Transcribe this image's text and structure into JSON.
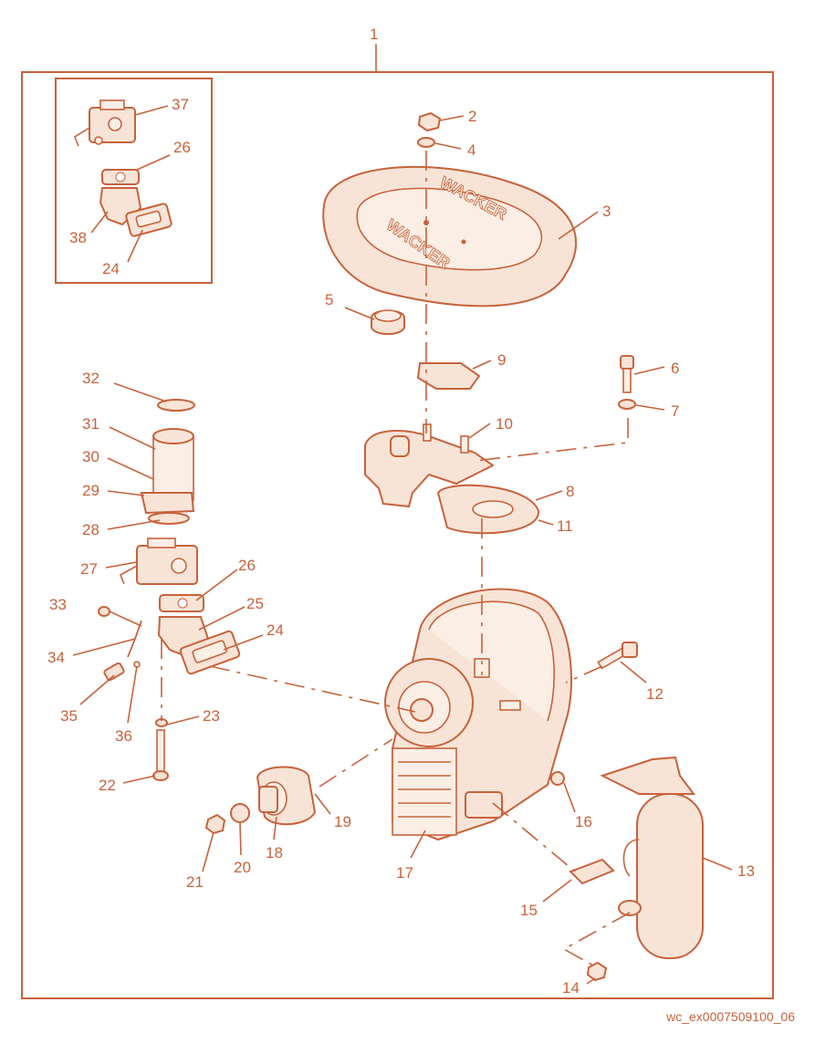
{
  "diagram": {
    "reference_id": "wc_ex0007509100_06",
    "brand_text": "WACKER",
    "colors": {
      "line": "#c8623c",
      "fill": "#f7e4d6",
      "background": "#ffffff"
    },
    "callouts": [
      {
        "id": "c1",
        "label": "1"
      },
      {
        "id": "c2",
        "label": "2"
      },
      {
        "id": "c3",
        "label": "3"
      },
      {
        "id": "c4",
        "label": "4"
      },
      {
        "id": "c5",
        "label": "5"
      },
      {
        "id": "c6",
        "label": "6"
      },
      {
        "id": "c7",
        "label": "7"
      },
      {
        "id": "c8",
        "label": "8"
      },
      {
        "id": "c9",
        "label": "9"
      },
      {
        "id": "c10",
        "label": "10"
      },
      {
        "id": "c11",
        "label": "11"
      },
      {
        "id": "c12",
        "label": "12"
      },
      {
        "id": "c13",
        "label": "13"
      },
      {
        "id": "c14",
        "label": "14"
      },
      {
        "id": "c15",
        "label": "15"
      },
      {
        "id": "c16",
        "label": "16"
      },
      {
        "id": "c17",
        "label": "17"
      },
      {
        "id": "c18",
        "label": "18"
      },
      {
        "id": "c19",
        "label": "19"
      },
      {
        "id": "c20",
        "label": "20"
      },
      {
        "id": "c21",
        "label": "21"
      },
      {
        "id": "c22",
        "label": "22"
      },
      {
        "id": "c23",
        "label": "23"
      },
      {
        "id": "c24",
        "label": "24"
      },
      {
        "id": "c25",
        "label": "25"
      },
      {
        "id": "c26",
        "label": "26"
      },
      {
        "id": "c27",
        "label": "27"
      },
      {
        "id": "c28",
        "label": "28"
      },
      {
        "id": "c29",
        "label": "29"
      },
      {
        "id": "c30",
        "label": "30"
      },
      {
        "id": "c31",
        "label": "31"
      },
      {
        "id": "c32",
        "label": "32"
      },
      {
        "id": "c33",
        "label": "33"
      },
      {
        "id": "c34",
        "label": "34"
      },
      {
        "id": "c35",
        "label": "35"
      },
      {
        "id": "c36",
        "label": "36"
      },
      {
        "id": "c37",
        "label": "37"
      },
      {
        "id": "c38",
        "label": "38"
      },
      {
        "id": "c26b",
        "label": "26"
      },
      {
        "id": "c24b",
        "label": "24"
      }
    ]
  }
}
